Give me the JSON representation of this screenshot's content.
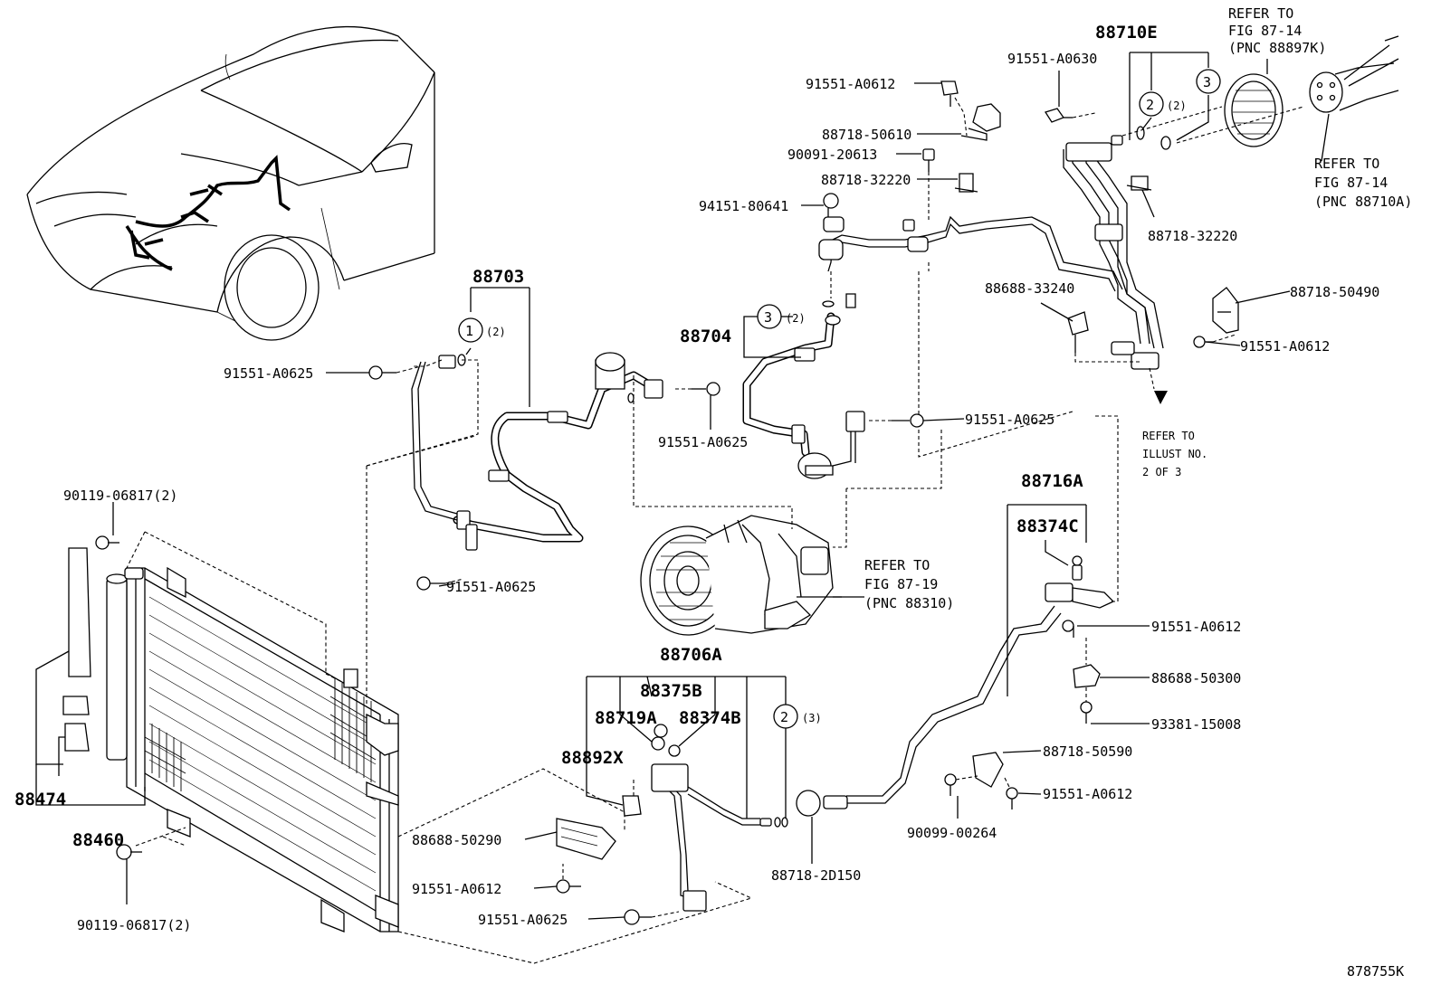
{
  "labels": {
    "p88710E": "88710E",
    "refer_top_1": "REFER TO",
    "refer_top_2": "FIG 87-14",
    "refer_top_3": "(PNC 88897K)",
    "p91551_A0630": "91551-A0630",
    "p91551_A0612_top": "91551-A0612",
    "p88718_50610": "88718-50610",
    "p90091_20613": "90091-20613",
    "p88718_32220_a": "88718-32220",
    "p94151_80641": "94151-80641",
    "refer_right_1": "REFER TO",
    "refer_right_2": "FIG 87-14",
    "refer_right_3": "(PNC 88710A)",
    "p88718_32220_b": "88718-32220",
    "p88703": "88703",
    "c1_qty": "(2)",
    "p88688_33240": "88688-33240",
    "p88718_50490": "88718-50490",
    "p88704": "88704",
    "c3_qty": "(2)",
    "p91551_A0612_r": "91551-A0612",
    "p91551_A0625_left": "91551-A0625",
    "p91551_A0625_mid": "91551-A0625",
    "p91551_A0625_c": "91551-A0625",
    "illust_1": "REFER TO",
    "illust_2": "ILLUST NO.",
    "illust_3": "2 OF 3",
    "p88716A": "88716A",
    "p90119_06817_top": "90119-06817(2)",
    "p88374C": "88374C",
    "refer_comp_1": "REFER TO",
    "refer_comp_2": "FIG 87-19",
    "refer_comp_3": "(PNC 88310)",
    "p91551_A0625_bl": "91551-A0625",
    "p88706A": "88706A",
    "p91551_A0612_rr": "91551-A0612",
    "p88375B": "88375B",
    "p88688_50300": "88688-50300",
    "p88719A": "88719A",
    "p88374B": "88374B",
    "c2_qty": "(3)",
    "p93381_15008": "93381-15008",
    "p88892X": "88892X",
    "p88718_50590": "88718-50590",
    "p88474": "88474",
    "p91551_A0612_br": "91551-A0612",
    "p88460": "88460",
    "p88688_50290": "88688-50290",
    "p90099_00264": "90099-00264",
    "p88718_2D150": "88718-2D150",
    "p91551_A0612_bot": "91551-A0612",
    "p90119_06817_bot": "90119-06817(2)",
    "p91551_A0625_bot": "91551-A0625",
    "c2_top_qty": "(2)",
    "fig_id": "878755K",
    "circle1": "1",
    "circle2": "2",
    "circle3": "3"
  }
}
